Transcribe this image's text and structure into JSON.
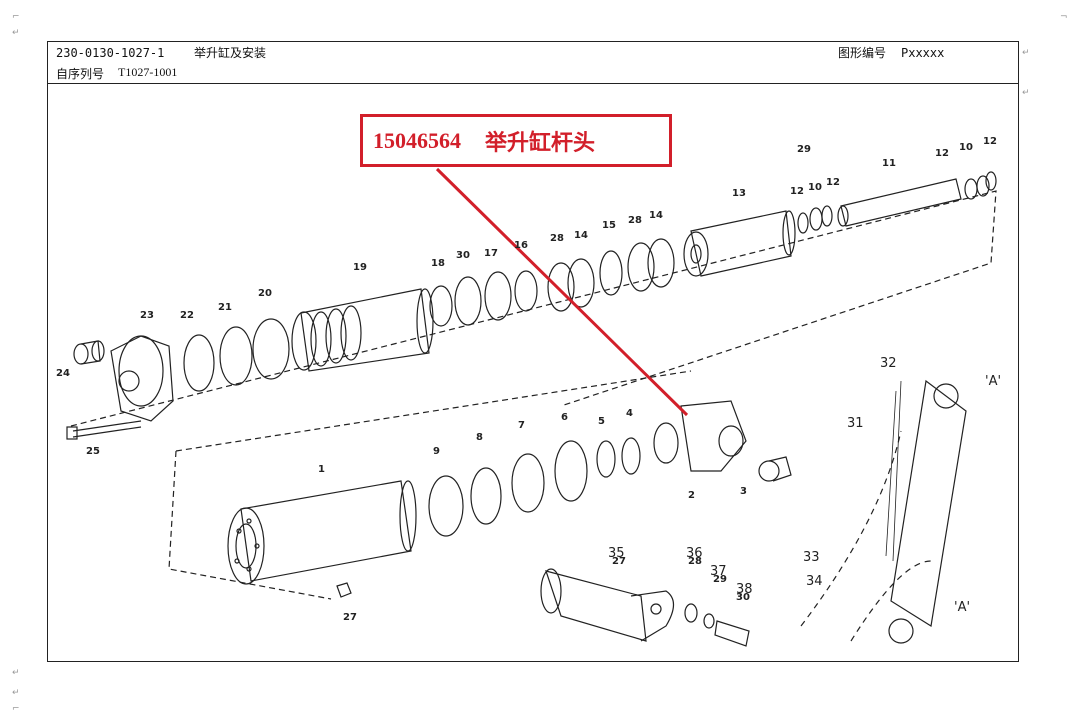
{
  "header": {
    "code": "230-0130-1027-1",
    "title": "举升缸及安装",
    "figure_label": "图形编号",
    "figure_value": "Pxxxxx",
    "seq_label": "自序列号",
    "seq_value": "T1027-1001"
  },
  "callout": {
    "part_number": "15046564",
    "part_name": "举升缸杆头"
  },
  "part_labels": [
    {
      "id": "29a",
      "text": "29"
    },
    {
      "id": "12a",
      "text": "12"
    },
    {
      "id": "10a",
      "text": "10"
    },
    {
      "id": "12b",
      "text": "12"
    },
    {
      "id": "11",
      "text": "11"
    },
    {
      "id": "12c",
      "text": "12"
    },
    {
      "id": "10b",
      "text": "10"
    },
    {
      "id": "12d",
      "text": "12"
    },
    {
      "id": "13",
      "text": "13"
    },
    {
      "id": "14a",
      "text": "14"
    },
    {
      "id": "28a",
      "text": "28"
    },
    {
      "id": "15",
      "text": "15"
    },
    {
      "id": "14b",
      "text": "14"
    },
    {
      "id": "28b",
      "text": "28"
    },
    {
      "id": "16",
      "text": "16"
    },
    {
      "id": "17",
      "text": "17"
    },
    {
      "id": "30",
      "text": "30"
    },
    {
      "id": "18",
      "text": "18"
    },
    {
      "id": "19",
      "text": "19"
    },
    {
      "id": "20",
      "text": "20"
    },
    {
      "id": "21",
      "text": "21"
    },
    {
      "id": "22",
      "text": "22"
    },
    {
      "id": "23",
      "text": "23"
    },
    {
      "id": "24",
      "text": "24"
    },
    {
      "id": "25",
      "text": "25"
    },
    {
      "id": "1",
      "text": "1"
    },
    {
      "id": "9",
      "text": "9"
    },
    {
      "id": "8",
      "text": "8"
    },
    {
      "id": "7",
      "text": "7"
    },
    {
      "id": "6",
      "text": "6"
    },
    {
      "id": "5",
      "text": "5"
    },
    {
      "id": "4",
      "text": "4"
    },
    {
      "id": "2",
      "text": "2"
    },
    {
      "id": "3",
      "text": "3"
    },
    {
      "id": "27",
      "text": "27"
    },
    {
      "id": "27b",
      "text": "27"
    },
    {
      "id": "28c",
      "text": "28"
    },
    {
      "id": "29b",
      "text": "29"
    },
    {
      "id": "30b",
      "text": "30"
    }
  ],
  "inset_labels": [
    {
      "id": "32",
      "text": "32"
    },
    {
      "id": "31",
      "text": "31"
    },
    {
      "id": "33",
      "text": "33"
    },
    {
      "id": "34",
      "text": "34"
    },
    {
      "id": "A1",
      "text": "'A'"
    },
    {
      "id": "A2",
      "text": "'A'"
    },
    {
      "id": "35",
      "text": "35"
    },
    {
      "id": "36",
      "text": "36"
    },
    {
      "id": "37",
      "text": "37"
    },
    {
      "id": "38",
      "text": "38"
    }
  ],
  "colors": {
    "accent": "#d21f2a",
    "line": "#222222"
  }
}
